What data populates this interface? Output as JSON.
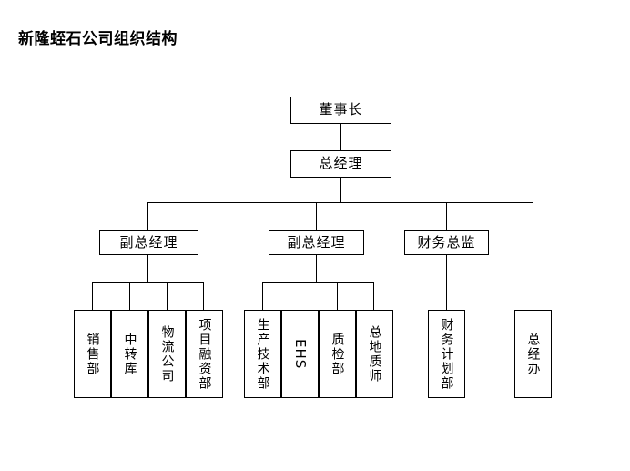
{
  "document": {
    "title": "新隆蛭石公司组织结构"
  },
  "chart_data": {
    "type": "diagram",
    "diagram_type": "organization-chart",
    "title": "新隆蛭石公司组织结构",
    "orientation": "top-down",
    "line_color": "#000000",
    "box_fill": "#ffffff",
    "box_border": "#000000",
    "nodes": [
      {
        "id": "n0",
        "label": "董事长",
        "level": 0,
        "text_direction": "horizontal"
      },
      {
        "id": "n1",
        "label": "总经理",
        "level": 1,
        "text_direction": "horizontal"
      },
      {
        "id": "n2",
        "label": "副总经理",
        "level": 2,
        "text_direction": "horizontal"
      },
      {
        "id": "n3",
        "label": "副总经理",
        "level": 2,
        "text_direction": "horizontal"
      },
      {
        "id": "n4",
        "label": "财务总监",
        "level": 2,
        "text_direction": "horizontal"
      },
      {
        "id": "n5",
        "label": "销售部",
        "level": 3,
        "text_direction": "vertical"
      },
      {
        "id": "n6",
        "label": "中转库",
        "level": 3,
        "text_direction": "vertical"
      },
      {
        "id": "n7",
        "label": "物流公司",
        "level": 3,
        "text_direction": "vertical"
      },
      {
        "id": "n8",
        "label": "项目融资部",
        "level": 3,
        "text_direction": "vertical"
      },
      {
        "id": "n9",
        "label": "生产技术部",
        "level": 3,
        "text_direction": "vertical"
      },
      {
        "id": "n10",
        "label": "EHS",
        "level": 3,
        "text_direction": "rotated-90"
      },
      {
        "id": "n11",
        "label": "质检部",
        "level": 3,
        "text_direction": "vertical"
      },
      {
        "id": "n12",
        "label": "总地质师",
        "level": 3,
        "text_direction": "vertical"
      },
      {
        "id": "n13",
        "label": "财务计划部",
        "level": 3,
        "text_direction": "vertical"
      },
      {
        "id": "n14",
        "label": "总经办",
        "level": 3,
        "text_direction": "vertical"
      }
    ],
    "edges": [
      {
        "from": "n0",
        "to": "n1"
      },
      {
        "from": "n1",
        "to": "n2"
      },
      {
        "from": "n1",
        "to": "n3"
      },
      {
        "from": "n1",
        "to": "n4"
      },
      {
        "from": "n1",
        "to": "n14"
      },
      {
        "from": "n2",
        "to": "n5"
      },
      {
        "from": "n2",
        "to": "n6"
      },
      {
        "from": "n2",
        "to": "n7"
      },
      {
        "from": "n2",
        "to": "n8"
      },
      {
        "from": "n3",
        "to": "n9"
      },
      {
        "from": "n3",
        "to": "n10"
      },
      {
        "from": "n3",
        "to": "n11"
      },
      {
        "from": "n3",
        "to": "n12"
      },
      {
        "from": "n4",
        "to": "n13"
      }
    ]
  }
}
